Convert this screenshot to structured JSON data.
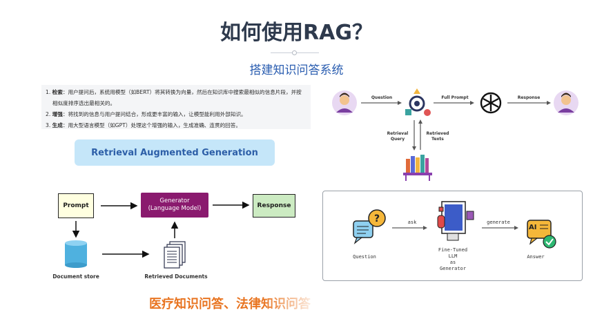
{
  "title": "如何使用RAG？",
  "subtitle": "搭建知识问答系统",
  "steps": {
    "step1_num": "1.",
    "step1_head": "检索",
    "step1_text_a": "：用户提问后，系统用模型（如BERT）将其转换为向量，然后在知识库中搜索最相似的信息片段，并按",
    "step1_text_b": "相似度排序选出最相关的。",
    "step2_num": "2.",
    "step2_head": "增强",
    "step2_text": "：将找到的信息与用户提问结合，形成更丰富的输入，让模型能利用外部知识。",
    "step3_num": "3.",
    "step3_head": "生成",
    "step3_text": "：用大型语言模型（如GPT）处理这个增强的输入，生成准确、连贯的回答。"
  },
  "banner": "Retrieval Augmented Generation",
  "left_diagram": {
    "prompt": "Prompt",
    "generator_line1": "Generator",
    "generator_line2": "(Language Model)",
    "response": "Response",
    "document_store": "Document store",
    "retrieved_documents": "Retrieved Documents"
  },
  "top_right_diagram": {
    "question": "Question",
    "full_prompt": "Full Prompt",
    "response": "Response",
    "retrieval_query_1": "Retrieval",
    "retrieval_query_2": "Query",
    "retrieved_texts_1": "Retrieved",
    "retrieved_texts_2": "Texts"
  },
  "bottom_right_diagram": {
    "question": "Question",
    "ask": "ask",
    "fine_tuned_1": "Fine-Tuned",
    "fine_tuned_2": "LLM",
    "fine_tuned_3": "as",
    "fine_tuned_4": "Generator",
    "generate": "generate",
    "answer": "Answer",
    "ai_glyph": "AI"
  },
  "bottom_text": "医疗知识问答、法律知识问答",
  "colors": {
    "title": "#2e3a4d",
    "subtitle": "#2a5db0",
    "banner_bg": "#c5e6f9",
    "generator": "#8a1a6e",
    "prompt_bg": "#ffffe0",
    "response_bg": "#ccebc2",
    "bottom_text": "#e8731f"
  }
}
